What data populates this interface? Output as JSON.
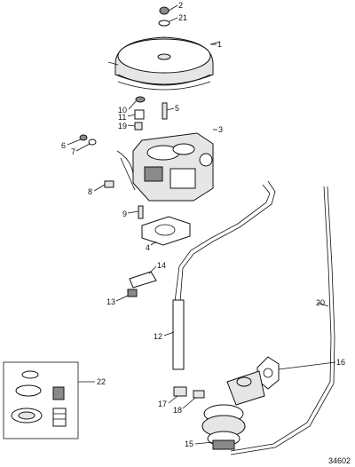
{
  "diagram": {
    "document_number": "34602",
    "callouts": [
      "2",
      "21",
      "1",
      "5",
      "10",
      "11",
      "19",
      "3",
      "6",
      "7",
      "8",
      "9",
      "4",
      "14",
      "13",
      "20",
      "12",
      "16",
      "22",
      "17",
      "18",
      "15"
    ]
  }
}
